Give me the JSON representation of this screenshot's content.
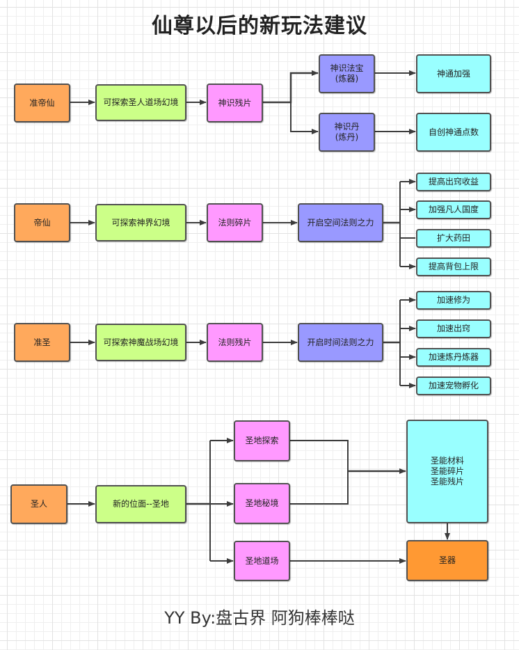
{
  "title": "仙尊以后的新玩法建议",
  "footer": "YY By:盘古界 阿狗棒棒哒",
  "colors": {
    "stage": "#ffa95c",
    "realm": "#ccff88",
    "fragment": "#ff99ff",
    "power": "#9999ff",
    "effect": "#99ffff",
    "artifact": "#ff9933",
    "connector": "#3c3c3c"
  },
  "rows": [
    {
      "stage": "准帝仙",
      "realm": "可探索圣人道场幻境",
      "fragment": "神识残片",
      "branches": [
        {
          "power": "神识法宝\n(炼器)",
          "effect": "神通加强"
        },
        {
          "power": "神识丹\n(炼丹)",
          "effect": "自创神通点数"
        }
      ]
    },
    {
      "stage": "帝仙",
      "realm": "可探索神界幻境",
      "fragment": "法则碎片",
      "power": "开启空间法则之力",
      "effects": [
        "提高出窍收益",
        "加强凡人国度",
        "扩大药田",
        "提高背包上限"
      ]
    },
    {
      "stage": "准圣",
      "realm": "可探索神魔战场幻境",
      "fragment": "法则残片",
      "power": "开启时间法则之力",
      "effects": [
        "加速修为",
        "加速出窍",
        "加速炼丹炼器",
        "加速宠物孵化"
      ]
    },
    {
      "stage": "圣人",
      "realm": "新的位面--圣地",
      "activities": [
        "圣地探索",
        "圣地秘境",
        "圣地道场"
      ],
      "materials": "圣能材料\n圣能碎片\n圣能残片",
      "artifact": "圣器"
    }
  ]
}
